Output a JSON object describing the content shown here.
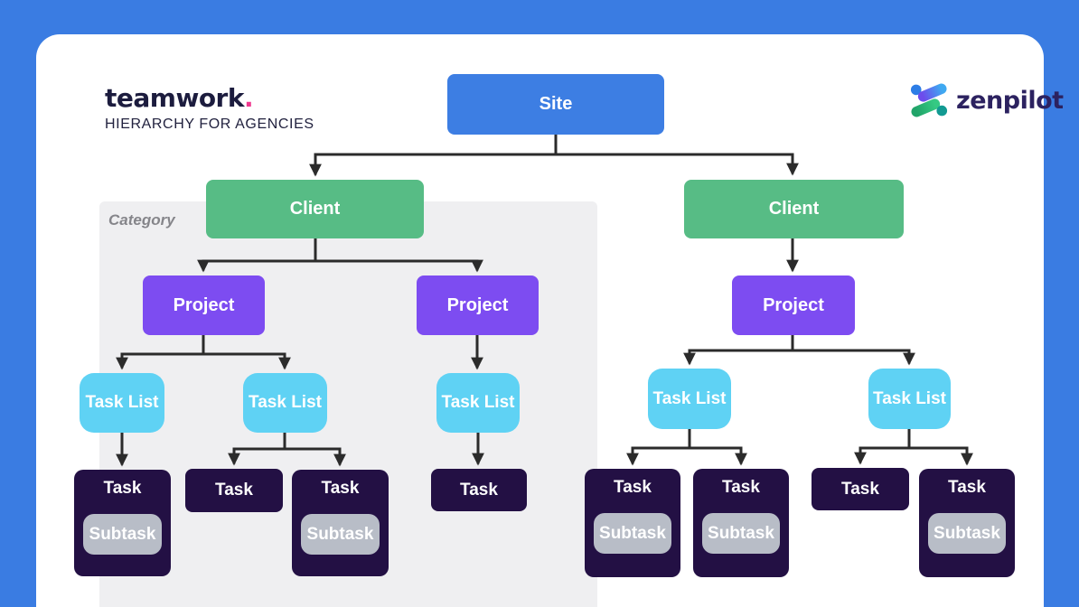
{
  "header": {
    "teamwork_logo": "teamwork",
    "teamwork_logo_dot": ".",
    "subtitle": "HIERARCHY FOR AGENCIES",
    "zenpilot_logo": "zenpilot"
  },
  "diagram": {
    "category_label": "Category",
    "labels": {
      "site": "Site",
      "client": "Client",
      "project": "Project",
      "task_list": "Task List",
      "task": "Task",
      "subtask": "Subtask"
    },
    "colors": {
      "frame_blue": "#3a7ce2",
      "site_blue": "#3d7ee3",
      "client_green": "#57bc85",
      "project_purple": "#7d4cf1",
      "task_list_cyan": "#5fd2f4",
      "task_dark": "#231044",
      "subtask_gray": "#b8bdc7",
      "category_panel_gray": "#efeff1",
      "connector_dark": "#2b2b2b",
      "teamwork_dot_pink": "#f0388f",
      "teamwork_text_navy": "#1c1c3e",
      "zenpilot_text_purple": "#2c2260"
    },
    "hierarchy": {
      "node": "Site",
      "children": [
        {
          "node": "Client",
          "grouped_under": "Category",
          "children": [
            {
              "node": "Project",
              "children": [
                {
                  "node": "Task List",
                  "children": [
                    {
                      "node": "Task",
                      "children": [
                        {
                          "node": "Subtask"
                        }
                      ]
                    }
                  ]
                },
                {
                  "node": "Task List",
                  "children": [
                    {
                      "node": "Task"
                    },
                    {
                      "node": "Task",
                      "children": [
                        {
                          "node": "Subtask"
                        }
                      ]
                    }
                  ]
                }
              ]
            },
            {
              "node": "Project",
              "children": [
                {
                  "node": "Task List",
                  "children": [
                    {
                      "node": "Task"
                    }
                  ]
                }
              ]
            }
          ]
        },
        {
          "node": "Client",
          "children": [
            {
              "node": "Project",
              "children": [
                {
                  "node": "Task List",
                  "children": [
                    {
                      "node": "Task",
                      "children": [
                        {
                          "node": "Subtask"
                        }
                      ]
                    },
                    {
                      "node": "Task",
                      "children": [
                        {
                          "node": "Subtask"
                        }
                      ]
                    }
                  ]
                },
                {
                  "node": "Task List",
                  "children": [
                    {
                      "node": "Task"
                    },
                    {
                      "node": "Task",
                      "children": [
                        {
                          "node": "Subtask"
                        }
                      ]
                    }
                  ]
                }
              ]
            }
          ]
        }
      ]
    }
  }
}
